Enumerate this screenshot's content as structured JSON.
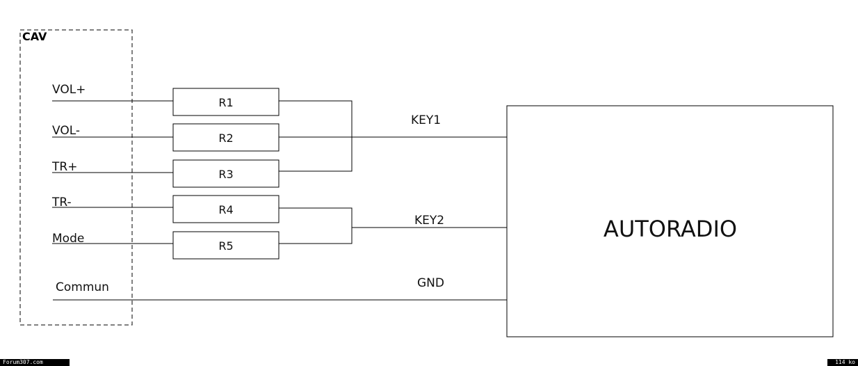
{
  "cav": {
    "title": "CAV"
  },
  "inputs": [
    {
      "label": "VOL+",
      "resistor": "R1"
    },
    {
      "label": "VOL-",
      "resistor": "R2"
    },
    {
      "label": "TR+",
      "resistor": "R3"
    },
    {
      "label": "TR-",
      "resistor": "R4"
    },
    {
      "label": "Mode",
      "resistor": "R5"
    }
  ],
  "common_label": "Commun",
  "nets": {
    "key1": "KEY1",
    "key2": "KEY2",
    "gnd": "GND"
  },
  "radio": {
    "label": "AUTORADIO"
  },
  "footer": {
    "left": "Forum307.com",
    "right": "114 ko"
  }
}
